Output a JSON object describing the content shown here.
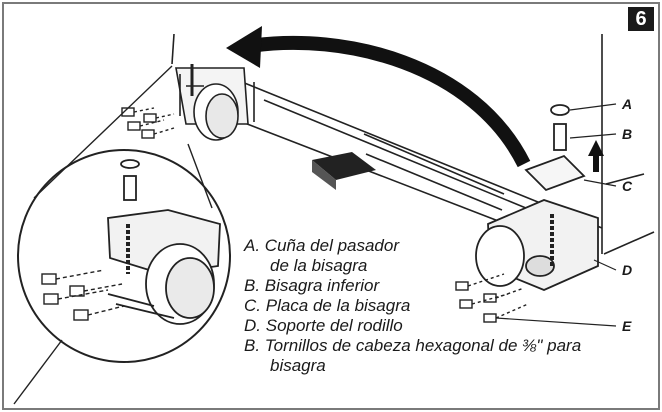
{
  "step_number": "6",
  "legend": [
    {
      "letter": "A.",
      "text": "Cuña del pasador",
      "continuation": "de la bisagra"
    },
    {
      "letter": "B.",
      "text": "Bisagra inferior",
      "continuation": ""
    },
    {
      "letter": "C.",
      "text": "Placa de la bisagra",
      "continuation": ""
    },
    {
      "letter": "D.",
      "text": "Soporte del rodillo",
      "continuation": ""
    },
    {
      "letter": "B.",
      "text": "Tornillos de cabeza hexagonal de ⅜\" para",
      "continuation": "bisagra"
    }
  ],
  "callouts": {
    "a": "A",
    "b": "B",
    "c": "C",
    "d": "D",
    "e": "E"
  }
}
